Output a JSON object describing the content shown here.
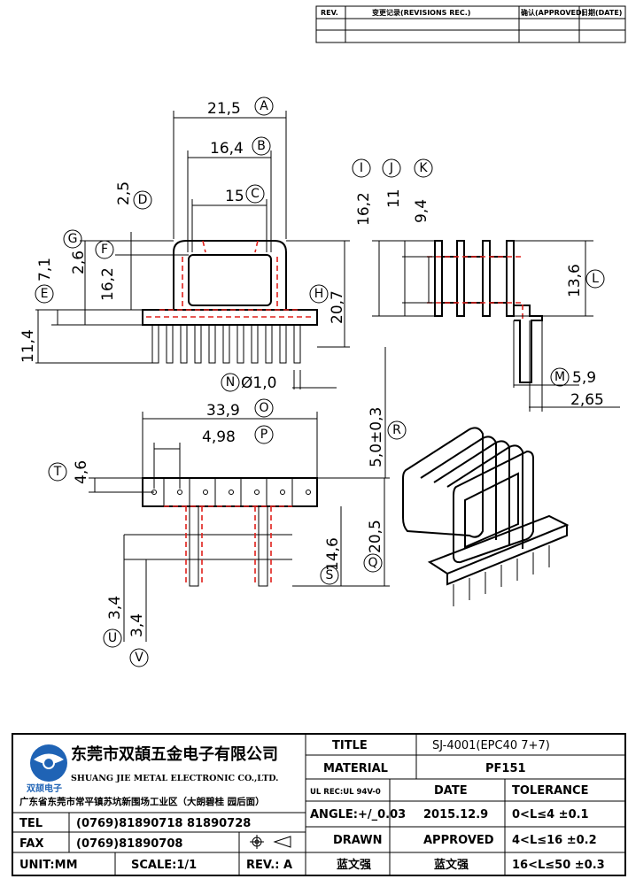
{
  "revision_table": {
    "headers": [
      "REV.",
      "变更记录(REVISIONS REC.)",
      "确认(APPROVED)",
      "日期(DATE)"
    ]
  },
  "dimensions": {
    "A": "21,5",
    "B": "16,4",
    "C": "15",
    "D": "2,5",
    "E": "7,1",
    "F": "2,6",
    "G": "16,2",
    "H": "20,7",
    "left_total": "11,4",
    "N": "Ø1,0",
    "I": "16,2",
    "J": "11",
    "K": "9,4",
    "L": "13,6",
    "M": "5,9",
    "M2": "2,65",
    "O": "33,9",
    "P": "4,98",
    "R": "5,0±0,3",
    "T": "4,6",
    "S": "14,6",
    "Q": "20,5",
    "U": "3,4",
    "V": "3,4"
  },
  "letters": [
    "A",
    "B",
    "C",
    "D",
    "E",
    "F",
    "G",
    "H",
    "I",
    "J",
    "K",
    "L",
    "M",
    "N",
    "O",
    "P",
    "Q",
    "R",
    "S",
    "T",
    "U",
    "V"
  ],
  "company": {
    "name_cn": "东莞市双頡五金电子有限公司",
    "name_en": "SHUANG JIE METAL ELECTRONIC CO.,LTD.",
    "logo_text": "双颉电子",
    "address": "广东省东莞市常平镇苏坑新围场工业区（大朗碧桂 园后面）",
    "tel_label": "TEL",
    "tel": "(0769)81890718  81890728",
    "fax_label": "FAX",
    "fax": "(0769)81890708",
    "unit": "UNIT:MM",
    "scale": "SCALE:1/1",
    "rev": "REV.: A"
  },
  "title_block": {
    "title_label": "TITLE",
    "title": "SJ-4001(EPC40  7+7)",
    "material_label": "MATERIAL",
    "material": "PF151",
    "ul": "UL REC:UL 94V-0",
    "date_label": "DATE",
    "tolerance_label": "TOLERANCE",
    "angle": "ANGLE:+/_0.03",
    "date": "2015.12.9",
    "tol1": "0<L≤4   ±0.1",
    "drawn_label": "DRAWN",
    "approved_label": "APPROVED",
    "tol2": "4<L≤16  ±0.2",
    "drawn": "蓝文强",
    "approved": "蓝文强",
    "tol3": "16<L≤50  ±0.3"
  }
}
